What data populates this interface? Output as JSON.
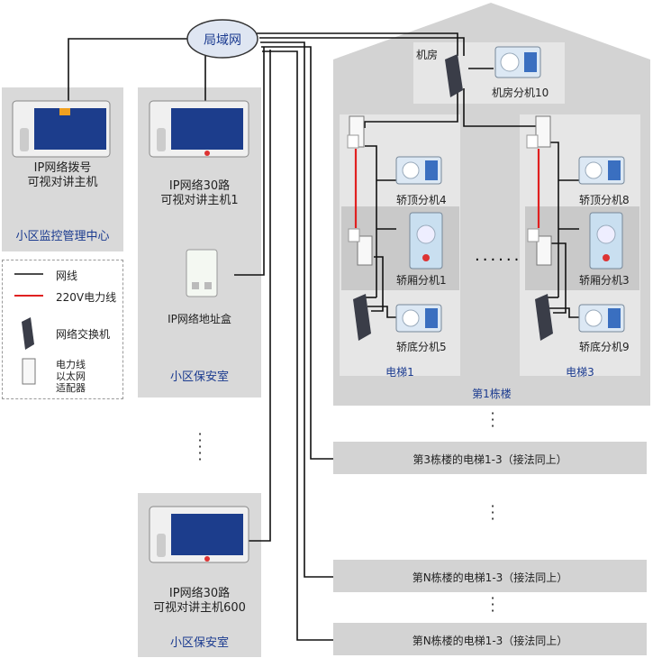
{
  "lan": "局域网",
  "center": {
    "device": "IP网络拨号\n可视对讲主机",
    "footer": "小区监控管理中心"
  },
  "guard1": {
    "device": "IP网络30路\n可视对讲主机1",
    "addrbox": "IP网络地址盒",
    "footer": "小区保安室"
  },
  "guard600": {
    "device": "IP网络30路\n可视对讲主机600",
    "footer": "小区保安室"
  },
  "legend": {
    "cable": "网线",
    "power": "220V电力线",
    "switch": "网络交换机",
    "adapter": "电力线\n以太网\n适配器"
  },
  "building": {
    "machine_room": "机房",
    "machine_ext": "机房分机10",
    "elevator1": {
      "top": "轿顶分机4",
      "car": "轿厢分机1",
      "bottom": "轿底分机5",
      "name": "电梯1"
    },
    "elevator3": {
      "top": "轿顶分机8",
      "car": "轿厢分机3",
      "bottom": "轿底分机9",
      "name": "电梯3"
    },
    "name": "第1栋楼"
  },
  "rows": [
    "第3栋楼的电梯1-3（接法同上）",
    "第N栋楼的电梯1-3（接法同上）",
    "第N栋楼的电梯1-3（接法同上）"
  ],
  "colors": {
    "cable": "#111111",
    "power": "#e02020",
    "panel": "#d9d9d9",
    "house": "#cfcfcf",
    "label_blue": "#1a3a8f"
  }
}
